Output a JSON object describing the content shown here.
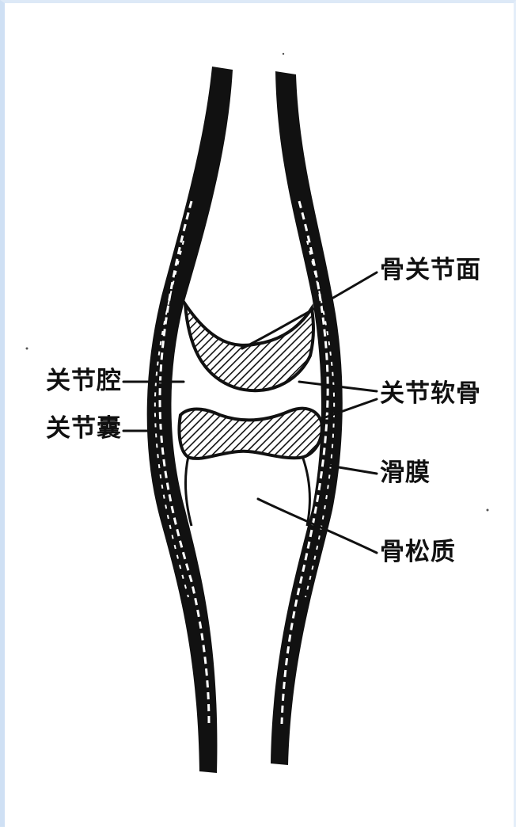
{
  "labels": {
    "articular_surface": "骨关节面",
    "joint_cavity": "关节腔",
    "joint_capsule": "关节囊",
    "articular_cartilage": "关节软骨",
    "synovium": "滑膜",
    "cancellous_bone": "骨松质"
  },
  "colors": {
    "ink": "#111111",
    "background": "#ffffff",
    "frame": "#cfe0f4"
  }
}
